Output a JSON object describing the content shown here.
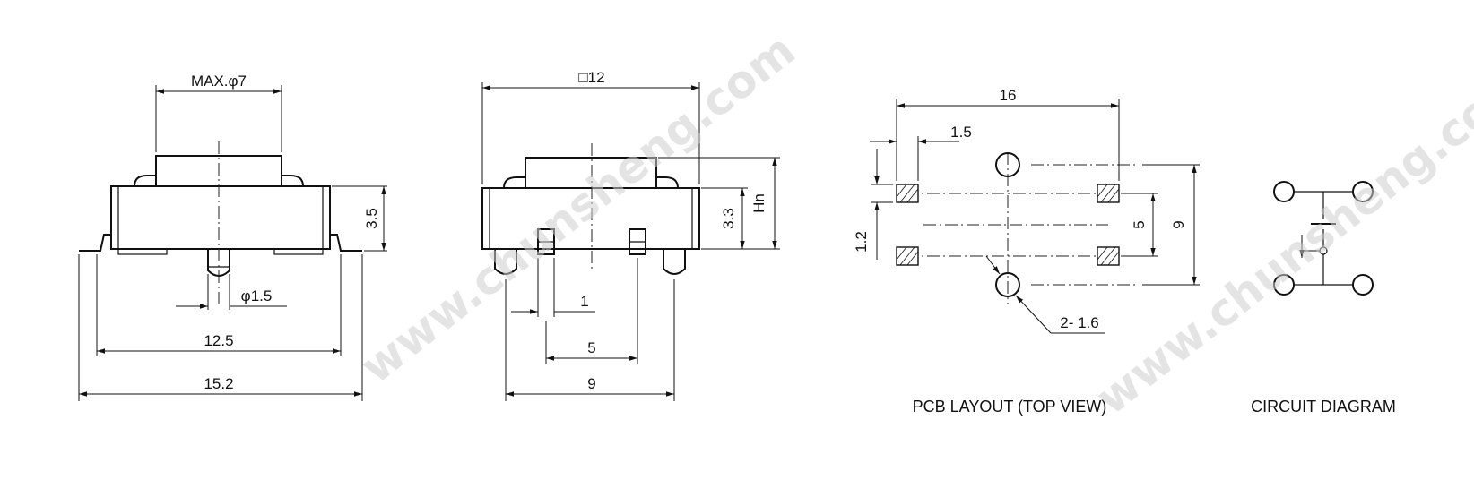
{
  "watermark": "www.chunsheng.com",
  "front_view": {
    "cap_dim": "MAX.φ7",
    "height_dim": "3.5",
    "pin_dim": "φ1.5",
    "body_width_dim": "12.5",
    "total_width_dim": "15.2"
  },
  "side_view": {
    "body_dim": "□12",
    "height_dim": "3.3",
    "hn_dim": "Hn",
    "pin_width_dim": "1",
    "pin_spacing_dim": "5",
    "post_spacing_dim": "9"
  },
  "pcb_layout": {
    "title": "PCB LAYOUT (TOP VIEW)",
    "width_dim": "16",
    "pad_width_dim": "1.5",
    "pad_height_dim": "1.2",
    "pad_spacing_dim": "5",
    "hole_spacing_dim": "9",
    "hole_dim": "2- 1.6"
  },
  "circuit": {
    "title": "CIRCUIT DIAGRAM"
  }
}
